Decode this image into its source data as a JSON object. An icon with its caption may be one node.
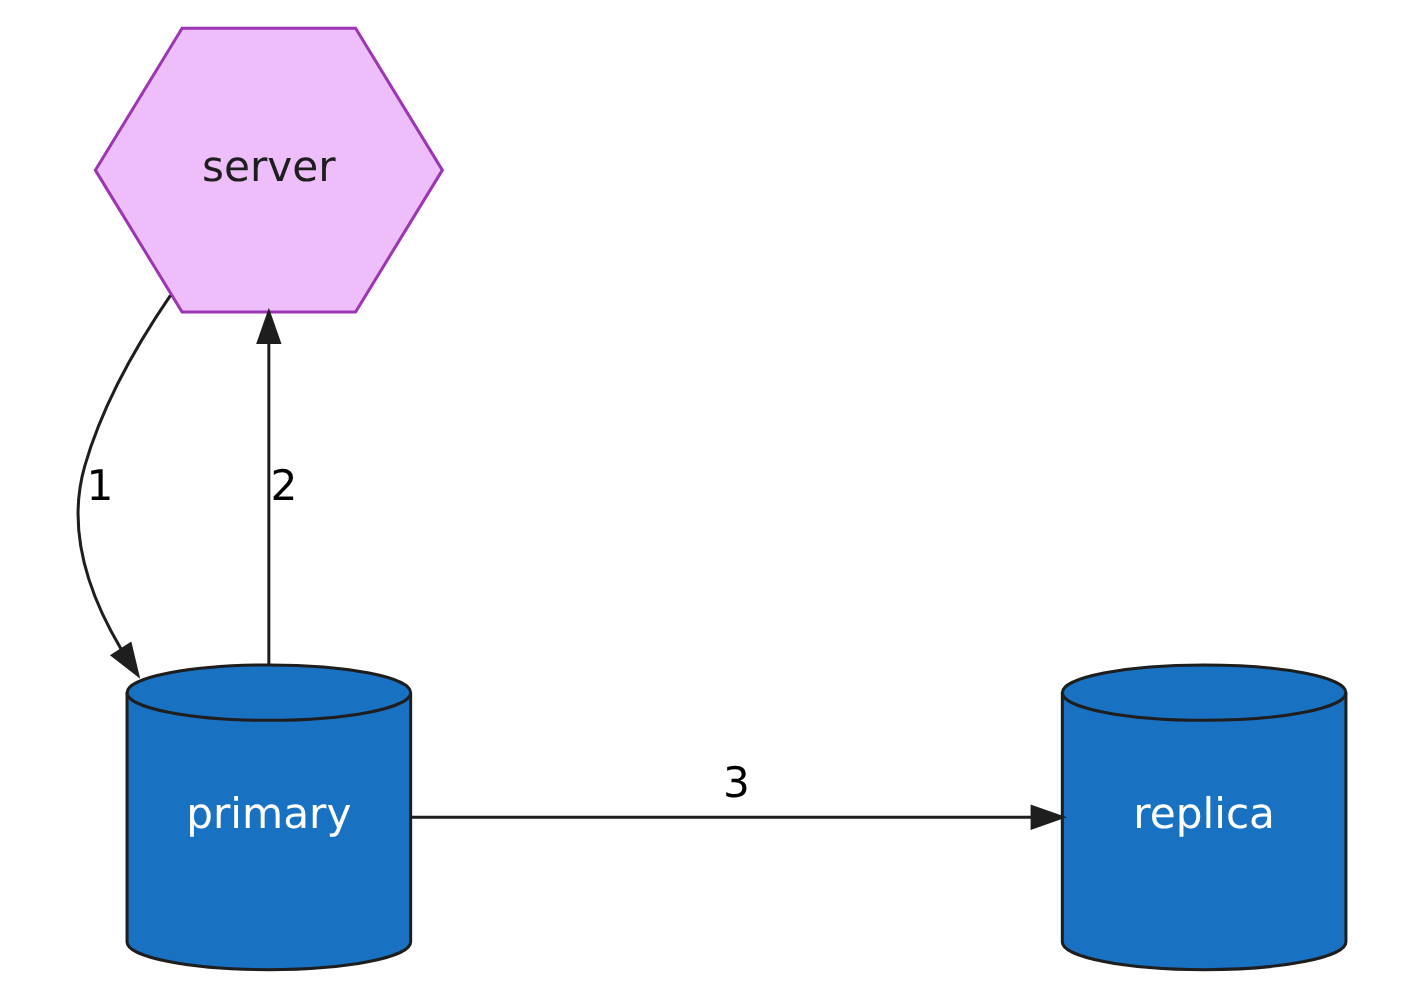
{
  "diagram": {
    "nodes": [
      {
        "text": [
          "server"
        ]
      },
      {
        "text": [
          "primary"
        ]
      },
      {
        "text": [
          "replica"
        ]
      }
    ],
    "edges": [
      {
        "from": 0,
        "to": 1,
        "arrow": "to",
        "label": "1"
      },
      {
        "from": 1,
        "to": 0,
        "arrow": "to",
        "label": "2"
      },
      {
        "from": 1,
        "to": 2,
        "arrow": "to",
        "label": "3"
      }
    ]
  }
}
